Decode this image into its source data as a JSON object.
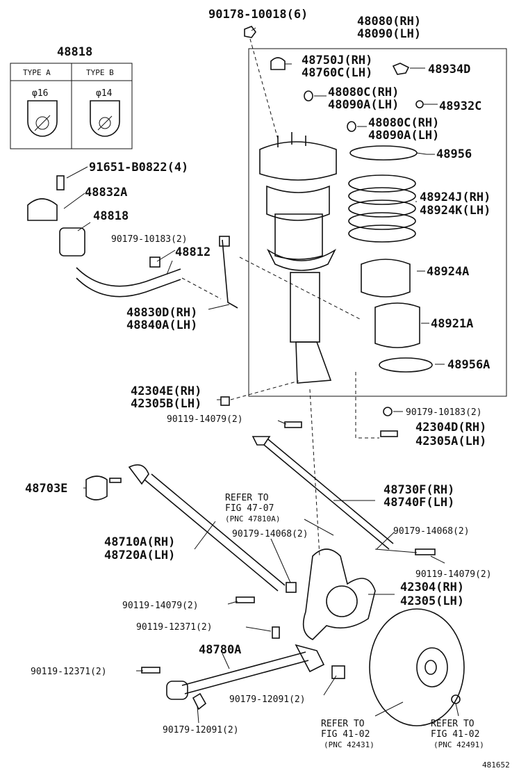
{
  "labels": {
    "p90178": "90178-10018(6)",
    "p48080rh": "48080(RH)",
    "p48090lh": "48090(LH)",
    "p48818top": "48818",
    "typeA": "TYPE A",
    "typeB": "TYPE B",
    "phi16": "φ16",
    "phi14": "φ14",
    "p48750": "48750J(RH)",
    "p48760": "48760C(LH)",
    "p48934": "48934D",
    "p48080c1": "48080C(RH)",
    "p48090a1": "48090A(LH)",
    "p48932": "48932C",
    "p48080c2": "48080C(RH)",
    "p48090a2": "48090A(LH)",
    "p91651": "91651-B0822(4)",
    "p48956": "48956",
    "p48832": "48832A",
    "p48924j": "48924J(RH)",
    "p48924k": "48924K(LH)",
    "p48818": "48818",
    "p90179a": "90179-10183(2)",
    "p48812": "48812",
    "p48924a": "48924A",
    "p48830": "48830D(RH)",
    "p48840": "48840A(LH)",
    "p48921": "48921A",
    "p48956a": "48956A",
    "p42304e": "42304E(RH)",
    "p42305b": "42305B(LH)",
    "p90179b": "90179-10183(2)",
    "p90119a": "90119-14079(2)",
    "p42304d": "42304D(RH)",
    "p42305a": "42305A(LH)",
    "p48703": "48703E",
    "p48730": "48730F(RH)",
    "p48740": "48740F(LH)",
    "refer1a": "REFER TO",
    "refer1b": "FIG 47-07",
    "refer1c": "(PNC 47810A)",
    "p90179c": "90179-14068(2)",
    "p90179d": "90179-14068(2)",
    "p48710": "48710A(RH)",
    "p48720": "48720A(LH)",
    "p90119b": "90119-14079(2)",
    "p42304": "42304(RH)",
    "p42305": "42305(LH)",
    "p90119c": "90119-14079(2)",
    "p90119d": "90119-12371(2)",
    "p48780": "48780A",
    "p90119e": "90119-12371(2)",
    "p90179e": "90179-12091(2)",
    "p90179f": "90179-12091(2)",
    "refer2a": "REFER TO",
    "refer2b": "FIG 41-02",
    "refer2c": "(PNC 42431)",
    "refer3a": "REFER TO",
    "refer3b": "FIG 41-02",
    "refer3c": "(PNC 42491)",
    "figno": "481652"
  }
}
